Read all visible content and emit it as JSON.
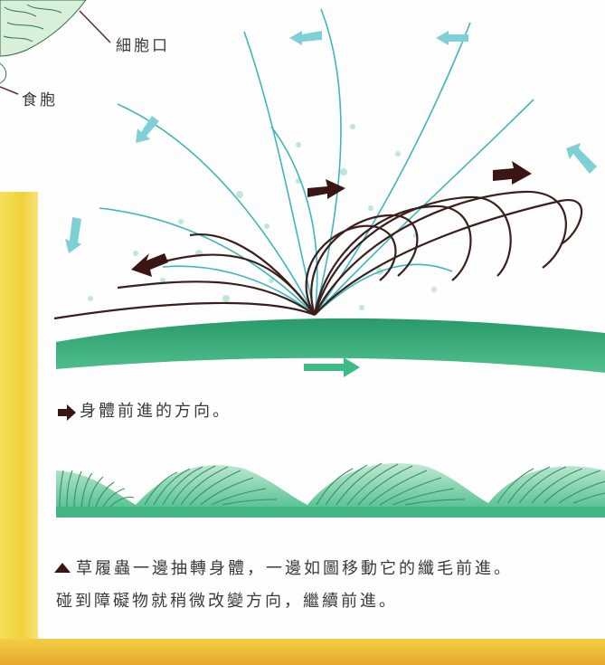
{
  "labels": {
    "cytostome": "細胞口",
    "food_vacuole": "食胞"
  },
  "caption_direction": "身體前進的方向。",
  "caption_main_line1": "草履蟲一邊抽轉身體，一邊如圖移動它的纖毛前進。",
  "caption_main_line2": "碰到障礙物就稍微改變方向，繼續前進。",
  "colors": {
    "cilia_dark": "#3a1f1c",
    "cilia_light": "#3db6bd",
    "body_green": "#2fa070",
    "arrow_dark": "#3b1513",
    "arrow_light": "#7fd0d6",
    "arrow_green": "#3dbb84",
    "border_yellow": "#f1d13b"
  }
}
